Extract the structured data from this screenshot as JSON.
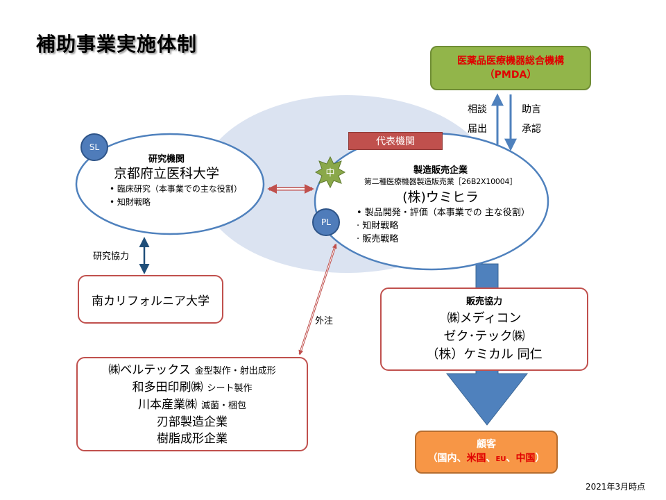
{
  "title": "補助事業実施体制",
  "pmda": {
    "name": "医薬品医療機器総合機構",
    "abbr": "（PMDA）"
  },
  "pmda_links": {
    "up_1": "相談",
    "up_2": "届出",
    "down_1": "助言",
    "down_2": "承認"
  },
  "badges": {
    "sl": "SL",
    "pl": "PL",
    "center": "中"
  },
  "representative_tag": "代表機関",
  "research_institution": {
    "heading": "研究機関",
    "name": "京都府立医科大学",
    "roles": [
      "• 臨床研究（本事業での主な役割）",
      "• 知財戦略"
    ]
  },
  "company": {
    "heading": "製造販売企業",
    "license": "第二種医療機器製造販売業［26B2X10004］",
    "name": "(株)ウミヒラ",
    "roles": [
      "• 製品開発・評価（本事業での 主な役割）",
      "· 知財戦略",
      "· 販売戦略"
    ]
  },
  "labels": {
    "research_cooperation": "研究協力",
    "outsourcing": "外注"
  },
  "partner_university": "南カリフォルニア大学",
  "sales_cooperation": {
    "heading": "販売協力",
    "companies": [
      "㈱メディコン",
      "ゼク･テック㈱",
      "（株）ケミカル 同仁"
    ]
  },
  "suppliers": [
    {
      "name": "㈱ベルテックス",
      "role": "金型製作・射出成形"
    },
    {
      "name": "和多田印刷㈱",
      "role": "シート製作"
    },
    {
      "name": "川本産業㈱",
      "role": "滅菌・梱包"
    },
    {
      "name": "刃部製造企業",
      "role": ""
    },
    {
      "name": "樹脂成形企業",
      "role": ""
    }
  ],
  "customers": {
    "heading": "顧客",
    "open": "（国内、",
    "us": "米国",
    "sep1": "、",
    "eu": "EU",
    "sep2": "、",
    "cn": "中国",
    "close": "）"
  },
  "footnote": "2021年3月時点",
  "colors": {
    "ellipse_border": "#4f81bd",
    "background_blob": "#dbe3f1",
    "arrow_blue": "#4f81bd",
    "arrow_red": "#c0504d",
    "pmda_fill": "#92b54a",
    "customer_fill": "#f79646",
    "star_fill": "#8aa84a"
  }
}
